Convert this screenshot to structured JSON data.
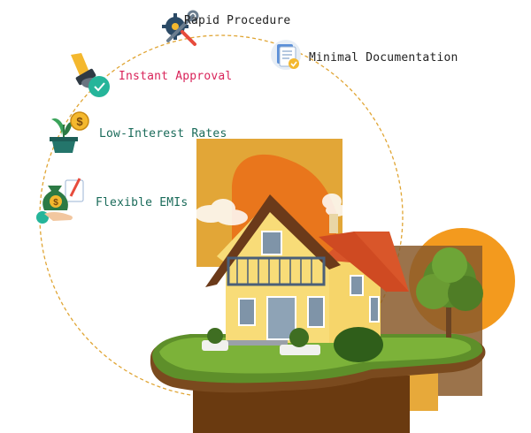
{
  "features": [
    {
      "label": "Rapid Procedure",
      "icon": "gear-wrench-icon"
    },
    {
      "label": "Minimal Documentation",
      "icon": "documents-icon"
    },
    {
      "label": "Instant Approval",
      "icon": "stamp-approval-icon"
    },
    {
      "label": "Low-Interest Rates",
      "icon": "plant-coin-icon"
    },
    {
      "label": "Flexible EMIs",
      "icon": "money-bag-hand-icon"
    }
  ],
  "colors": {
    "orange": "#f08a1c",
    "mustard": "#e0a534",
    "brown": "#8a5a2b",
    "dark_brown": "#6a3a10",
    "teal": "#1a6b5a",
    "pink_label": "#d9245a"
  }
}
